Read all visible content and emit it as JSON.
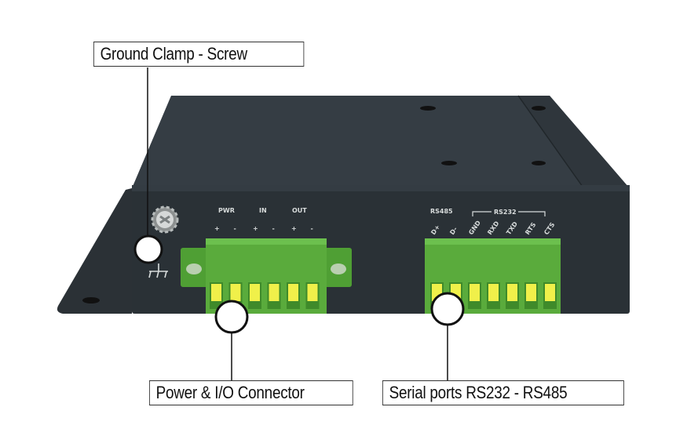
{
  "callouts": {
    "ground": "Ground Clamp - Screw",
    "power": "Power & I/O Connector",
    "serial": "Serial ports RS232 - RS485"
  },
  "power_connector": {
    "groups": [
      "PWR",
      "IN",
      "OUT"
    ],
    "polarity": [
      "+",
      "-",
      "+",
      "-",
      "+",
      "-"
    ],
    "pin_count": 6
  },
  "serial_connector": {
    "group_rs485": "RS485",
    "group_rs232": "RS232",
    "pins": [
      "D+",
      "D-",
      "GND",
      "RXD",
      "TXD",
      "RTS",
      "CTS"
    ]
  },
  "icons": {
    "ground": "ground-symbol-icon",
    "screw": "screw-icon"
  },
  "colors": {
    "device_body": "#2f363c",
    "device_top": "#353d44",
    "terminal_green": "#5aab3c",
    "pin_yellow": "#f0f04a",
    "callout_border": "#333333"
  }
}
